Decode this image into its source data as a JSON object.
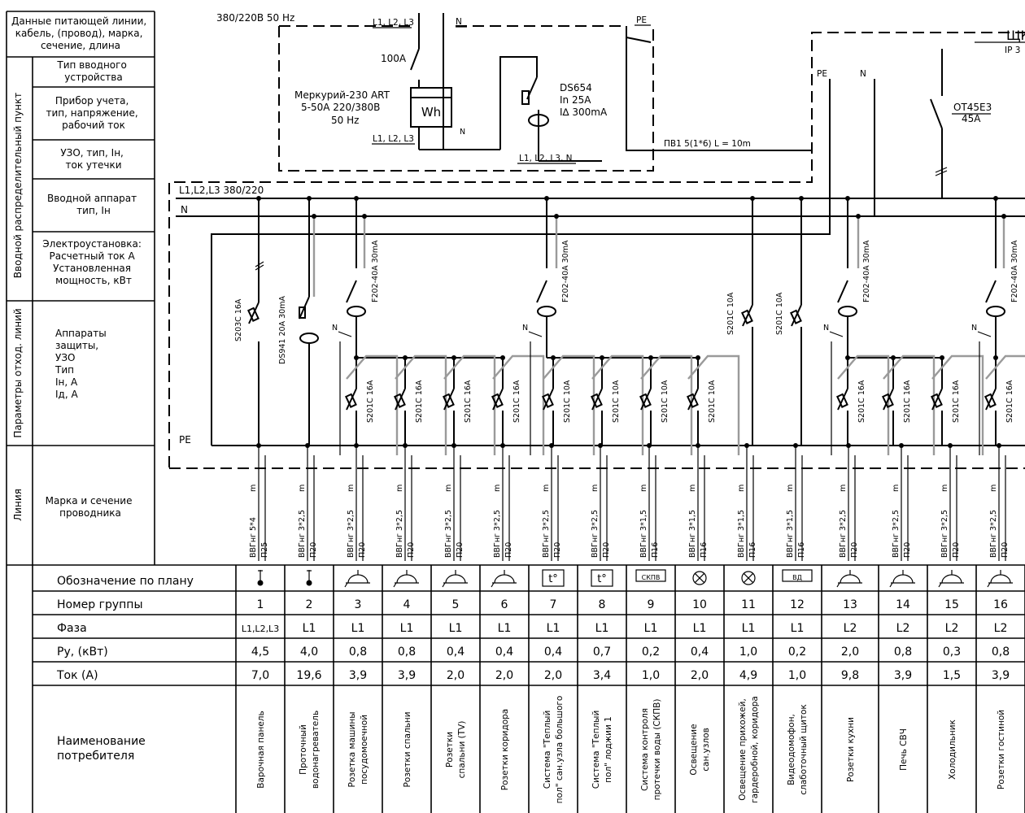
{
  "left_column": {
    "feeder_data": "Данные питающей линии, кабель, (провод), марка, сечение, длина",
    "vrp_title": "Вводной распределительный пункт",
    "input_device_type": "Тип вводного устройства",
    "meter": "Прибор учета, тип, напряжение, рабочий ток",
    "rcd": "УЗО, тип, Iн, ток утечки",
    "input_apparatus": "Вводной аппарат тип, Iн",
    "installation": "Электроустановка: Расчетный ток А Установленная мощность, кВт",
    "outgoing_title": "Параметры отход. линий",
    "protection": "Аппараты защиты, УЗО Тип Iн, А Iд, А",
    "line_title": "Линия",
    "conductor": "Марка и сечение проводника"
  },
  "supply": {
    "voltage": "380/220В 50 Hz",
    "phases": "L1, L2, L3",
    "n": "N",
    "pe": "PE",
    "main_switch": "100А",
    "meter_name": "Меркурий-230 ART",
    "meter_rating": "5-50А 220/380В",
    "meter_freq": "50 Hz",
    "meter_symbol": "Wh",
    "rcd_name": "DS654",
    "rcd_in": "In 25А",
    "rcd_id": "I∆ 300mA",
    "feed_cable": "ПВ1 5(1*6) L = 10m",
    "bus_label": "L1,L2,L3 380/220",
    "bus_n": "N",
    "bus_pe": "PE"
  },
  "board": {
    "name": "ЩК",
    "ip": "IP 3",
    "switch_name": "OT45E3",
    "switch_rating": "45А"
  },
  "devices": {
    "s203": "S203C 16А",
    "ds941": "DS941 20А 30mA",
    "f202": "F202-40А 30mA",
    "s201_16": "S201C 16А",
    "s201_10": "S201C 10А"
  },
  "table": {
    "row_labels": [
      "Обозначение по плану",
      "Номер группы",
      "Фаза",
      "Ру, (кВт)",
      "Ток (А)",
      "Наименование потребителя"
    ],
    "plan_symbols": [
      "Вилка",
      "Вилка",
      "Розетка",
      "Розетка",
      "Розетка",
      "Розетка",
      "t°",
      "t°",
      "СКПВ",
      "⊗",
      "⊗",
      "ВД",
      "Розетка",
      "Розетка",
      "Розетка",
      "Розетка"
    ],
    "groups": [
      {
        "num": "1",
        "phase": "L1,L2,L3",
        "power": "4,5",
        "current": "7,0",
        "cable": "ВВГнг 5*4",
        "len": "П25",
        "m": "m",
        "name": "Варочная панель"
      },
      {
        "num": "2",
        "phase": "L1",
        "power": "4,0",
        "current": "19,6",
        "cable": "ВВГнг 3*2,5",
        "len": "П20",
        "m": "m",
        "name": "Проточный водонагреватель"
      },
      {
        "num": "3",
        "phase": "L1",
        "power": "0,8",
        "current": "3,9",
        "cable": "ВВГнг 3*2,5",
        "len": "П20",
        "m": "m",
        "name": "Розетка посудомоечной машины"
      },
      {
        "num": "4",
        "phase": "L1",
        "power": "0,8",
        "current": "3,9",
        "cable": "ВВГнг 3*2,5",
        "len": "П20",
        "m": "m",
        "name": "Розетки спальни"
      },
      {
        "num": "5",
        "phase": "L1",
        "power": "0,4",
        "current": "2,0",
        "cable": "ВВГнг 3*2,5",
        "len": "П20",
        "m": "m",
        "name": "Розетки спальни (TV)"
      },
      {
        "num": "6",
        "phase": "L1",
        "power": "0,4",
        "current": "2,0",
        "cable": "ВВГнг 3*2,5",
        "len": "П20",
        "m": "m",
        "name": "Розетки коридора"
      },
      {
        "num": "7",
        "phase": "L1",
        "power": "0,4",
        "current": "2,0",
        "cable": "ВВГнг 3*2,5",
        "len": "П20",
        "m": "m",
        "name": "Система \"Теплый пол\" сан.узла большого"
      },
      {
        "num": "8",
        "phase": "L1",
        "power": "0,7",
        "current": "3,4",
        "cable": "ВВГнг 3*2,5",
        "len": "П20",
        "m": "m",
        "name": "Система \"Теплый пол\" лоджии 1"
      },
      {
        "num": "9",
        "phase": "L1",
        "power": "0,2",
        "current": "1,0",
        "cable": "ВВГнг 3*1,5",
        "len": "П16",
        "m": "m",
        "name": "Система контроля протечки воды (СКПВ)"
      },
      {
        "num": "10",
        "phase": "L1",
        "power": "0,4",
        "current": "2,0",
        "cable": "ВВГнг 3*1,5",
        "len": "П16",
        "m": "m",
        "name": "Освещение сан.узлов"
      },
      {
        "num": "11",
        "phase": "L1",
        "power": "1,0",
        "current": "4,9",
        "cable": "ВВГнг 3*1,5",
        "len": "П16",
        "m": "m",
        "name": "Освещение прихожей, гардеробной, коридора"
      },
      {
        "num": "12",
        "phase": "L1",
        "power": "0,2",
        "current": "1,0",
        "cable": "ВВГнг 3*1,5",
        "len": "П16",
        "m": "m",
        "name": "Видеодомофон, слаботочный щиток"
      },
      {
        "num": "13",
        "phase": "L2",
        "power": "2,0",
        "current": "9,8",
        "cable": "ВВГнг 3*2,5",
        "len": "П20",
        "m": "m",
        "name": "Розетки кухни"
      },
      {
        "num": "14",
        "phase": "L2",
        "power": "0,8",
        "current": "3,9",
        "cable": "ВВГнг 3*2,5",
        "len": "П20",
        "m": "m",
        "name": "Печь СВЧ"
      },
      {
        "num": "15",
        "phase": "L2",
        "power": "0,3",
        "current": "1,5",
        "cable": "ВВГнг 3*2,5",
        "len": "П20",
        "m": "m",
        "name": "Холодильник"
      },
      {
        "num": "16",
        "phase": "L2",
        "power": "0,8",
        "current": "3,9",
        "cable": "ВВГнг 3*2,5",
        "len": "П20",
        "m": "m",
        "name": "Розетки гостиной"
      }
    ]
  }
}
